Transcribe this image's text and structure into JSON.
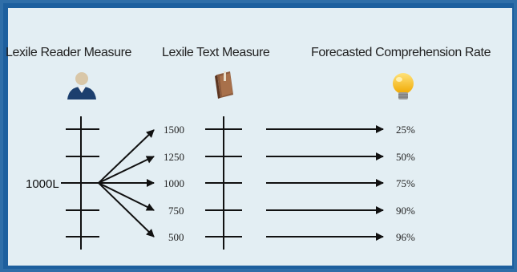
{
  "headers": {
    "reader": "Lexile Reader Measure",
    "text": "Lexile Text Measure",
    "rate": "Forecasted Comprehension Rate"
  },
  "icons": {
    "reader": "person-icon",
    "text": "book-icon",
    "rate": "lightbulb-icon"
  },
  "reader_measure": "1000L",
  "text_measures": [
    "1500",
    "1250",
    "1000",
    "750",
    "500"
  ],
  "comprehension_rates": [
    "25%",
    "50%",
    "75%",
    "90%",
    "96%"
  ],
  "colors": {
    "border": "#1d5f9e",
    "background": "#e3eef3",
    "line": "#111111",
    "bulb": "#f5b400"
  }
}
